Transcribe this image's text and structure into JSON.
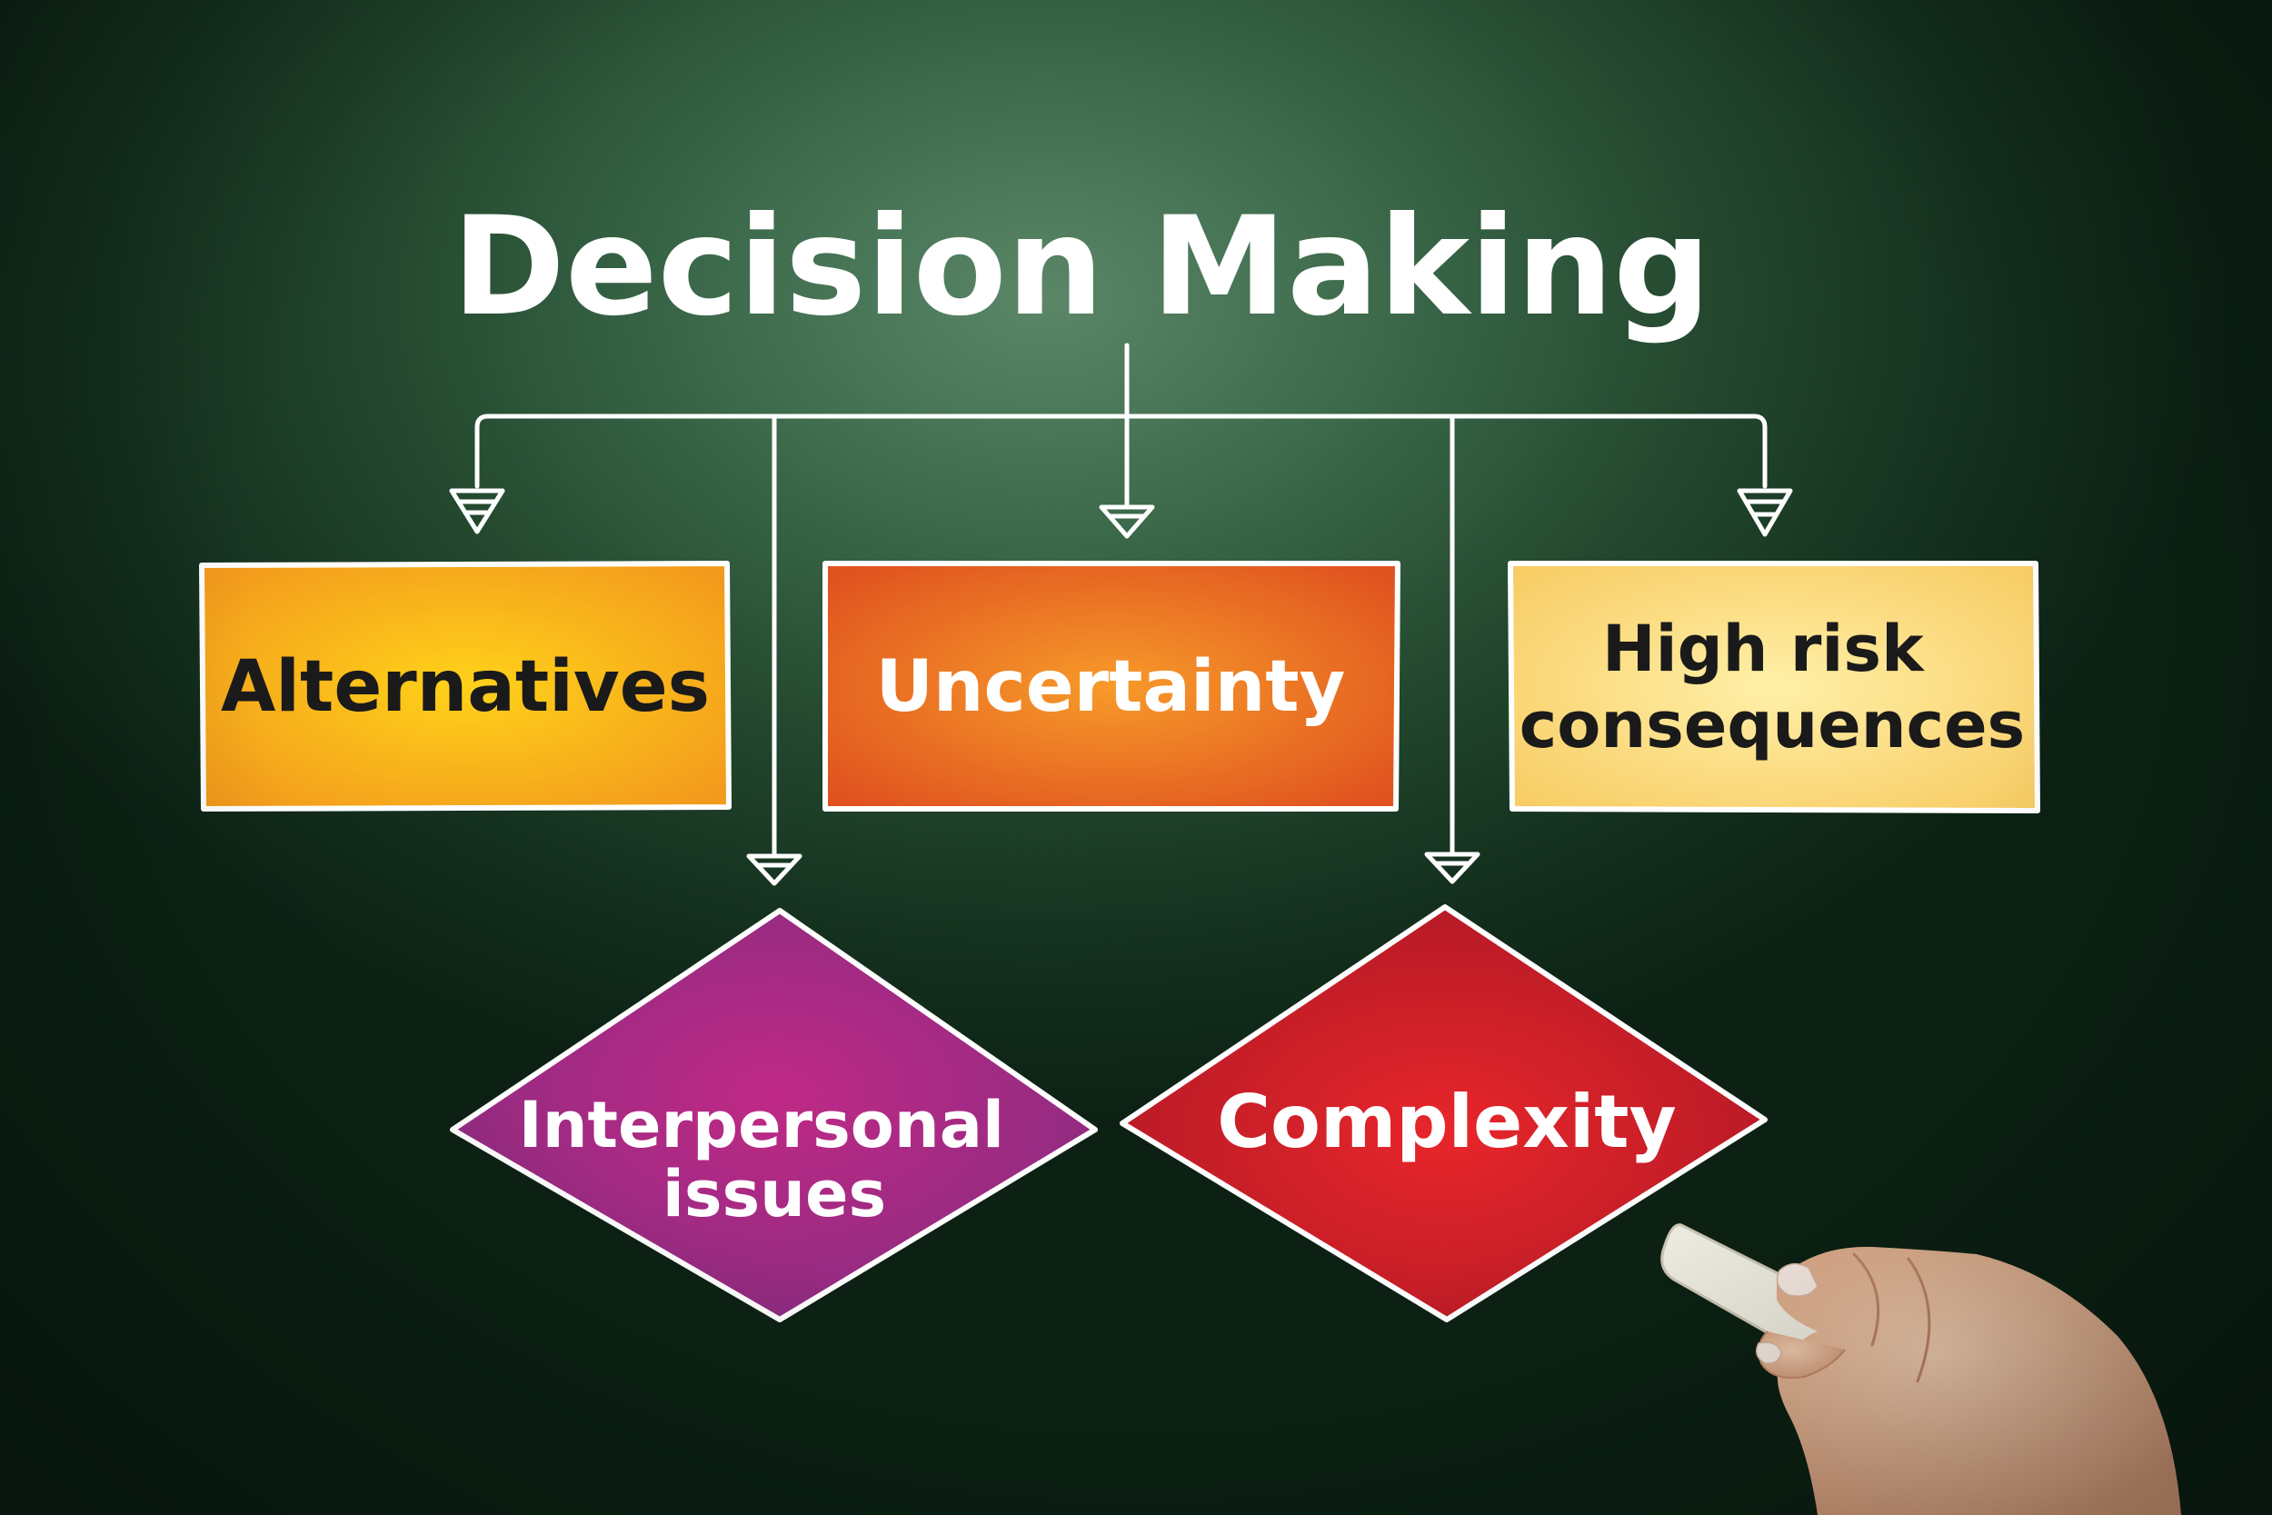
{
  "diagram": {
    "title": "Decision Making",
    "nodes": [
      {
        "id": "alternatives",
        "shape": "rectangle",
        "lines": [
          "Alternatives"
        ],
        "color": "#f7a21a",
        "text_color": "#1a1a1a"
      },
      {
        "id": "uncertainty",
        "shape": "rectangle",
        "lines": [
          "Uncertainty"
        ],
        "color": "#ea6a22",
        "text_color": "#ffffff"
      },
      {
        "id": "high-risk-consequences",
        "shape": "rectangle",
        "lines": [
          "High risk",
          "consequences"
        ],
        "color": "#fcd77a",
        "text_color": "#1a1a1a"
      },
      {
        "id": "interpersonal-issues",
        "shape": "diamond",
        "lines": [
          "Interpersonal",
          "issues"
        ],
        "color": "#9b2a7e",
        "text_color": "#ffffff"
      },
      {
        "id": "complexity",
        "shape": "diamond",
        "lines": [
          "Complexity"
        ],
        "color": "#d21f26",
        "text_color": "#ffffff"
      }
    ],
    "edges": [
      {
        "from": "title",
        "to": "alternatives"
      },
      {
        "from": "title",
        "to": "uncertainty"
      },
      {
        "from": "title",
        "to": "high-risk-consequences"
      },
      {
        "from": "title",
        "to": "interpersonal-issues"
      },
      {
        "from": "title",
        "to": "complexity"
      }
    ],
    "colors": {
      "chalkboard": "#2f5a3c",
      "chalk": "#ffffff"
    }
  }
}
